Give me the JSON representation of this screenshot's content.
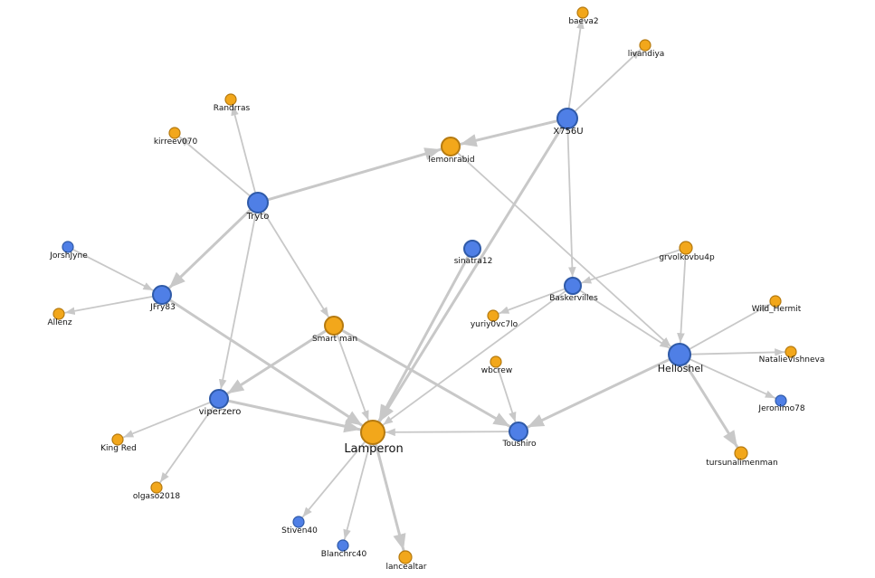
{
  "colors": {
    "blue": "#4f7fe6",
    "orange": "#f2a71b",
    "edge": "#c8c8c8"
  },
  "nodes": [
    {
      "id": "baeva2",
      "label": "baeva2",
      "color": "orange"
    },
    {
      "id": "livandiya",
      "label": "livandiya",
      "color": "orange"
    },
    {
      "id": "X756U",
      "label": "X756U",
      "color": "blue"
    },
    {
      "id": "lemonrabid",
      "label": "lemonrabid",
      "color": "orange"
    },
    {
      "id": "Randrras",
      "label": "Randrras",
      "color": "orange"
    },
    {
      "id": "kirreev070",
      "label": "kirreev070",
      "color": "orange"
    },
    {
      "id": "Tryto",
      "label": "Tryto",
      "color": "blue"
    },
    {
      "id": "JorshJyne",
      "label": "JorshJyne",
      "color": "blue"
    },
    {
      "id": "JFry83",
      "label": "JFry83",
      "color": "blue"
    },
    {
      "id": "Allenz",
      "label": "Allenz",
      "color": "orange"
    },
    {
      "id": "sinatra12",
      "label": "sinatra12",
      "color": "blue"
    },
    {
      "id": "grvolkovbu4p",
      "label": "grvolkovbu4p",
      "color": "orange"
    },
    {
      "id": "Baskervilles",
      "label": "Baskervilles",
      "color": "blue"
    },
    {
      "id": "yuriy0vc7lo",
      "label": "yuriy0vc7lo",
      "color": "orange"
    },
    {
      "id": "Wild_Hermit",
      "label": "Wild_Hermit",
      "color": "orange"
    },
    {
      "id": "Smart man",
      "label": "Smart man",
      "color": "orange"
    },
    {
      "id": "wbcrew",
      "label": "wbcrew",
      "color": "orange"
    },
    {
      "id": "Helloshel",
      "label": "Helloshel",
      "color": "blue"
    },
    {
      "id": "NatalieVishneva",
      "label": "NatalieVishneva",
      "color": "orange"
    },
    {
      "id": "viperzero",
      "label": "viperzero",
      "color": "blue"
    },
    {
      "id": "Jeronimo78",
      "label": "Jeronimo78",
      "color": "blue"
    },
    {
      "id": "Lamperon",
      "label": "Lamperon",
      "color": "orange"
    },
    {
      "id": "Toushiro",
      "label": "Toushiro",
      "color": "blue"
    },
    {
      "id": "King Red",
      "label": "King Red",
      "color": "orange"
    },
    {
      "id": "tursunalimenman",
      "label": "tursunalimenman",
      "color": "orange"
    },
    {
      "id": "olgaso2018",
      "label": "olgaso2018",
      "color": "orange"
    },
    {
      "id": "Stiven40",
      "label": "Stiven40",
      "color": "blue"
    },
    {
      "id": "Blanchrc40",
      "label": "Blanchrc40",
      "color": "blue"
    },
    {
      "id": "lancealtar",
      "label": "lancealtar",
      "color": "orange"
    }
  ],
  "edges": [
    {
      "source": "X756U",
      "target": "baeva2"
    },
    {
      "source": "X756U",
      "target": "livandiya"
    },
    {
      "source": "X756U",
      "target": "lemonrabid"
    },
    {
      "source": "X756U",
      "target": "Baskervilles"
    },
    {
      "source": "X756U",
      "target": "Lamperon"
    },
    {
      "source": "Tryto",
      "target": "Randrras"
    },
    {
      "source": "Tryto",
      "target": "kirreev070"
    },
    {
      "source": "Tryto",
      "target": "lemonrabid"
    },
    {
      "source": "Tryto",
      "target": "JFry83"
    },
    {
      "source": "Tryto",
      "target": "viperzero"
    },
    {
      "source": "Tryto",
      "target": "Smart man"
    },
    {
      "source": "JorshJyne",
      "target": "JFry83"
    },
    {
      "source": "JFry83",
      "target": "Allenz"
    },
    {
      "source": "JFry83",
      "target": "Lamperon"
    },
    {
      "source": "lemonrabid",
      "target": "Helloshel"
    },
    {
      "source": "sinatra12",
      "target": "Lamperon"
    },
    {
      "source": "grvolkovbu4p",
      "target": "Baskervilles"
    },
    {
      "source": "grvolkovbu4p",
      "target": "Helloshel"
    },
    {
      "source": "Baskervilles",
      "target": "yuriy0vc7lo"
    },
    {
      "source": "Baskervilles",
      "target": "Helloshel"
    },
    {
      "source": "Baskervilles",
      "target": "Lamperon"
    },
    {
      "source": "Helloshel",
      "target": "Wild_Hermit"
    },
    {
      "source": "Helloshel",
      "target": "NatalieVishneva"
    },
    {
      "source": "Helloshel",
      "target": "Jeronimo78"
    },
    {
      "source": "Helloshel",
      "target": "tursunalimenman"
    },
    {
      "source": "Helloshel",
      "target": "Toushiro"
    },
    {
      "source": "Smart man",
      "target": "viperzero"
    },
    {
      "source": "Smart man",
      "target": "Lamperon"
    },
    {
      "source": "Smart man",
      "target": "Toushiro"
    },
    {
      "source": "wbcrew",
      "target": "Toushiro"
    },
    {
      "source": "viperzero",
      "target": "Lamperon"
    },
    {
      "source": "viperzero",
      "target": "King Red"
    },
    {
      "source": "viperzero",
      "target": "olgaso2018"
    },
    {
      "source": "Toushiro",
      "target": "Lamperon"
    },
    {
      "source": "Lamperon",
      "target": "Stiven40"
    },
    {
      "source": "Lamperon",
      "target": "Blanchrc40"
    },
    {
      "source": "Lamperon",
      "target": "lancealtar"
    }
  ]
}
